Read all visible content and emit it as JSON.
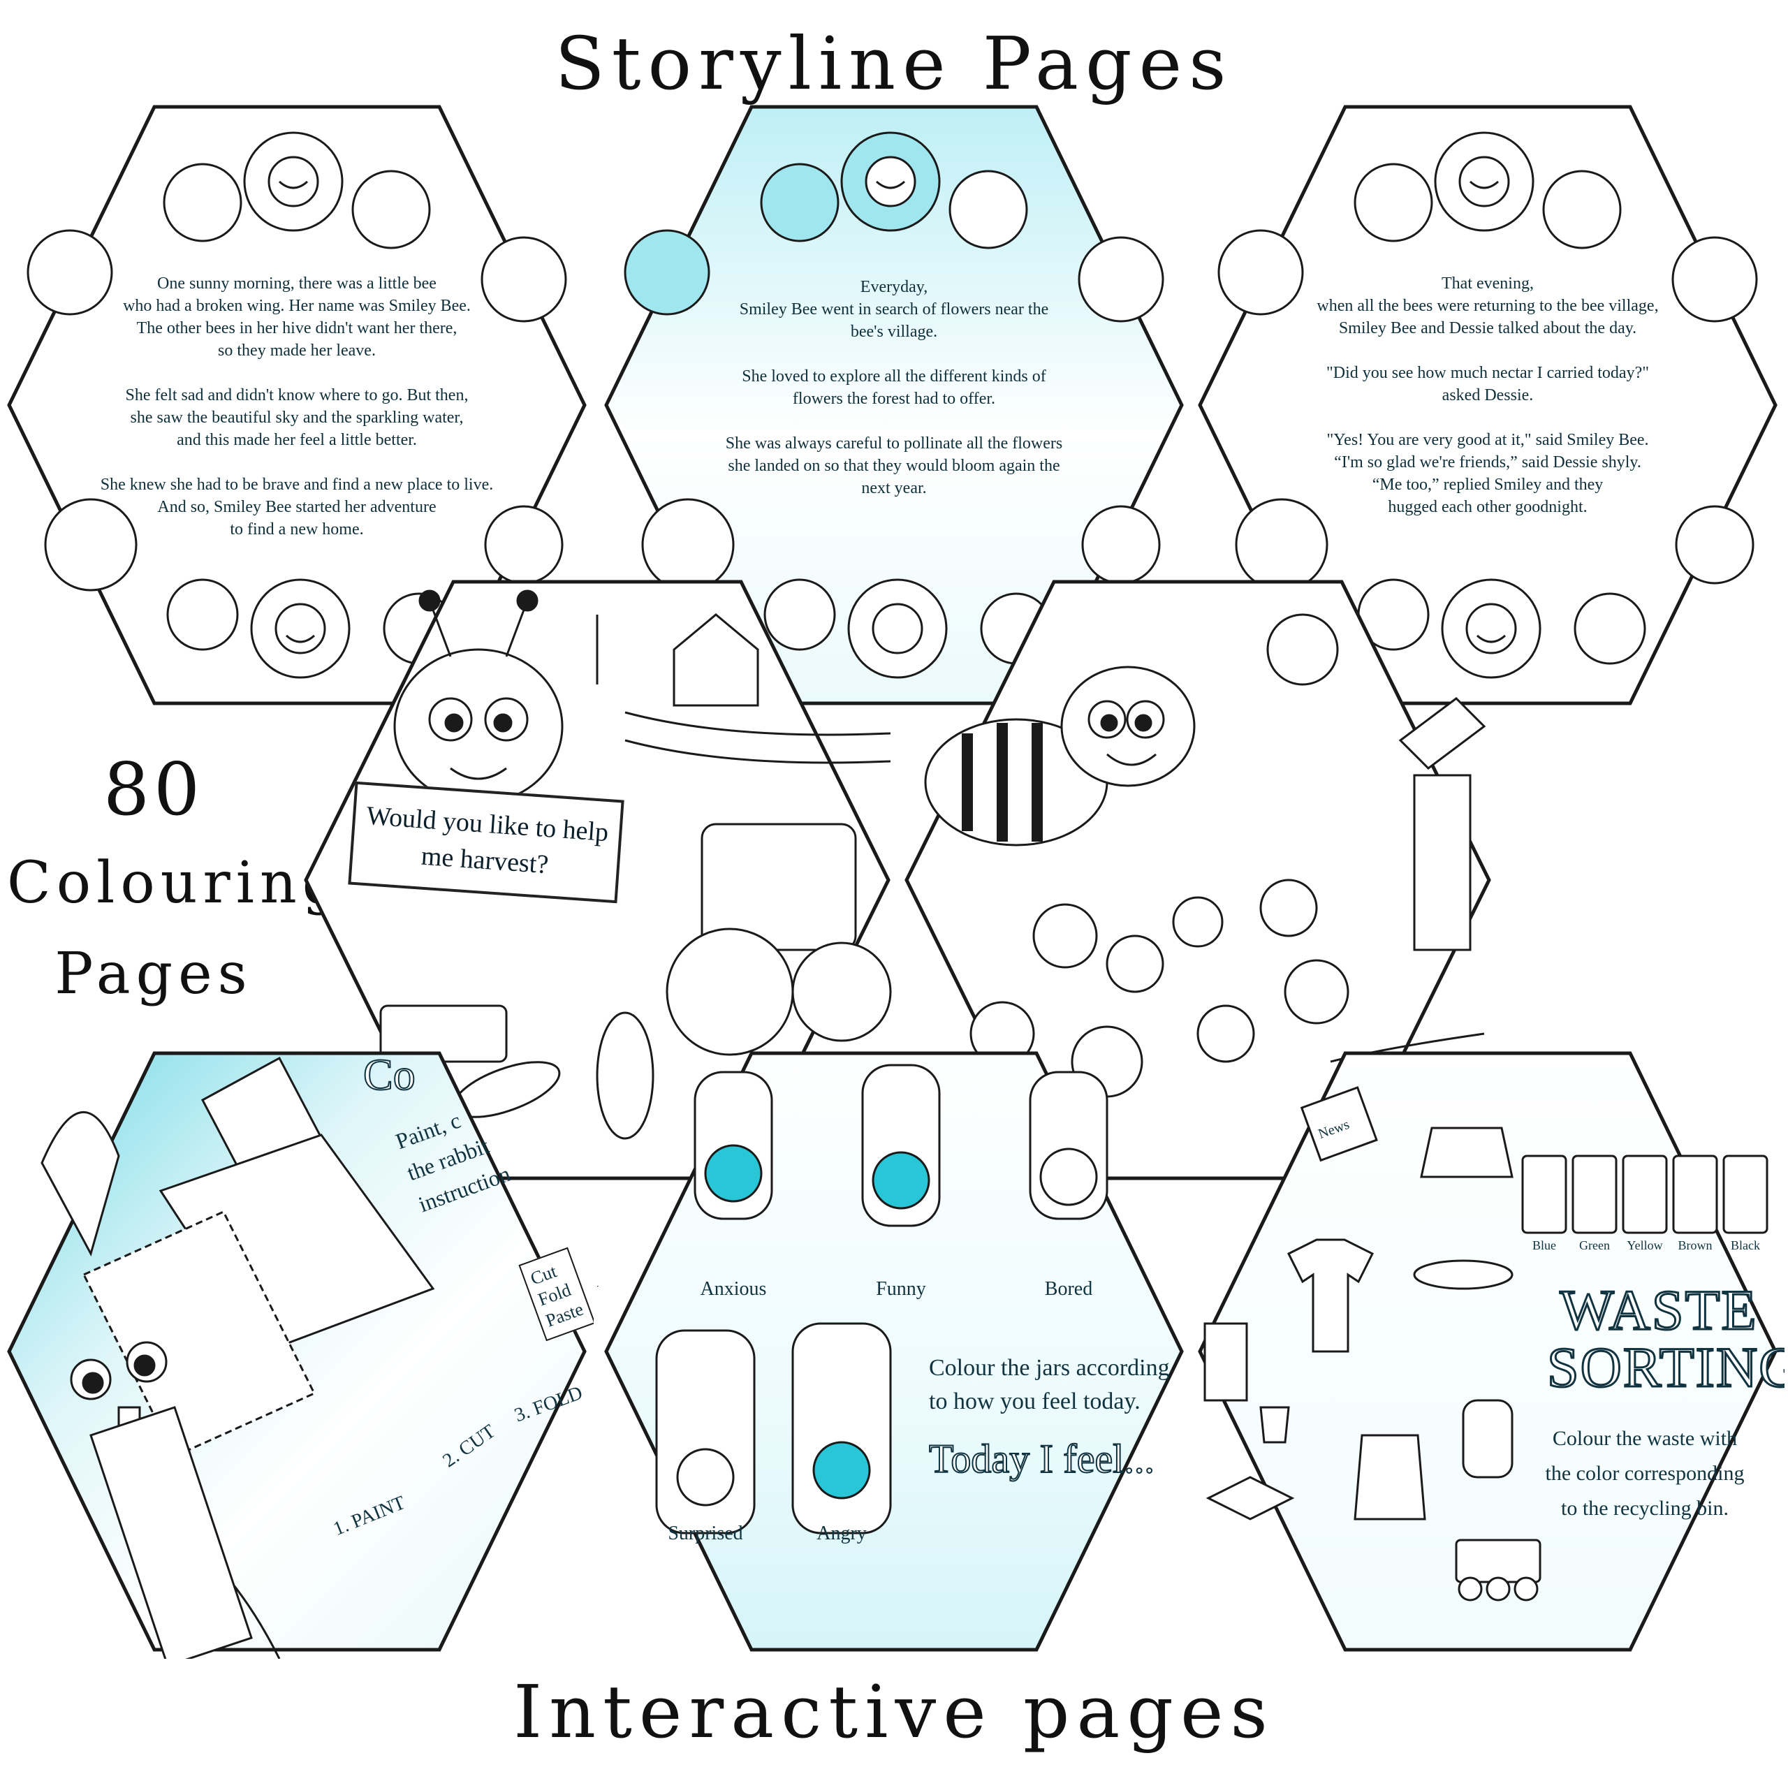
{
  "headings": {
    "top": "Storyline Pages",
    "left_count": "80",
    "left_line1": "Colouring",
    "left_line2": "Pages",
    "bottom": "Interactive pages"
  },
  "story_pages": [
    {
      "paragraphs": [
        [
          "One sunny morning, there was a little bee",
          "who had a broken wing. Her name was Smiley Bee.",
          "The other bees in her hive didn't want her there,",
          "so they made her leave."
        ],
        [
          "She felt sad and didn't know where to go. But then,",
          "she saw the beautiful sky and the sparkling water,",
          "and this made her feel a little better."
        ],
        [
          "She knew she had to be brave and find a new place to live.",
          "And so, Smiley Bee started her adventure",
          "to find a new home."
        ]
      ]
    },
    {
      "paragraphs": [
        [
          "Everyday,",
          "Smiley Bee went in search of flowers near the",
          "bee's village."
        ],
        [
          "She loved to explore all the different kinds of",
          "flowers the forest had to offer."
        ],
        [
          "She was always careful to pollinate all the flowers",
          "she landed on so that they would bloom again the",
          "next year."
        ]
      ]
    },
    {
      "paragraphs": [
        [
          "That evening,",
          "when all the bees were returning to the bee village,",
          "Smiley Bee and Dessie talked about the day."
        ],
        [
          "\"Did you see how much nectar I carried today?\"",
          "asked Dessie."
        ],
        [
          "\"Yes! You are very good at it,\" said Smiley Bee.",
          "“I'm so glad we're friends,” said Dessie shyly.",
          "“Me too,” replied Smiley and they",
          "hugged each other goodnight."
        ]
      ]
    }
  ],
  "colouring_pages": {
    "sign_line1": "Would you like to help",
    "sign_line2": "me harvest?"
  },
  "interactive": {
    "craft": {
      "title_fragment": "Co",
      "line1": "Paint, c",
      "line2": "the rabbit",
      "line3": "instruction",
      "tag": [
        "Cut",
        "Fold",
        "Paste"
      ],
      "steps": [
        "1. PAINT",
        "2. CUT",
        "3. FOLD"
      ]
    },
    "feelings": {
      "jars": [
        "Anxious",
        "Funny",
        "Bored",
        "Surprised",
        "Angry"
      ],
      "partial_label": "y",
      "instruction_line1": "Colour the jars according",
      "instruction_line2": "to how you feel today.",
      "today": "Today I feel..."
    },
    "waste": {
      "title_line1": "WASTE",
      "title_line2": "SORTING",
      "bins": [
        "Blue",
        "Green",
        "Yellow",
        "Brown",
        "Black"
      ],
      "news_label": "News",
      "instruction": [
        "Colour the waste with",
        "the color corresponding",
        "to the recycling bin."
      ]
    }
  },
  "colors": {
    "accent": "#29c6d8",
    "accent_light": "#bdeff5",
    "ink": "#10333f"
  }
}
